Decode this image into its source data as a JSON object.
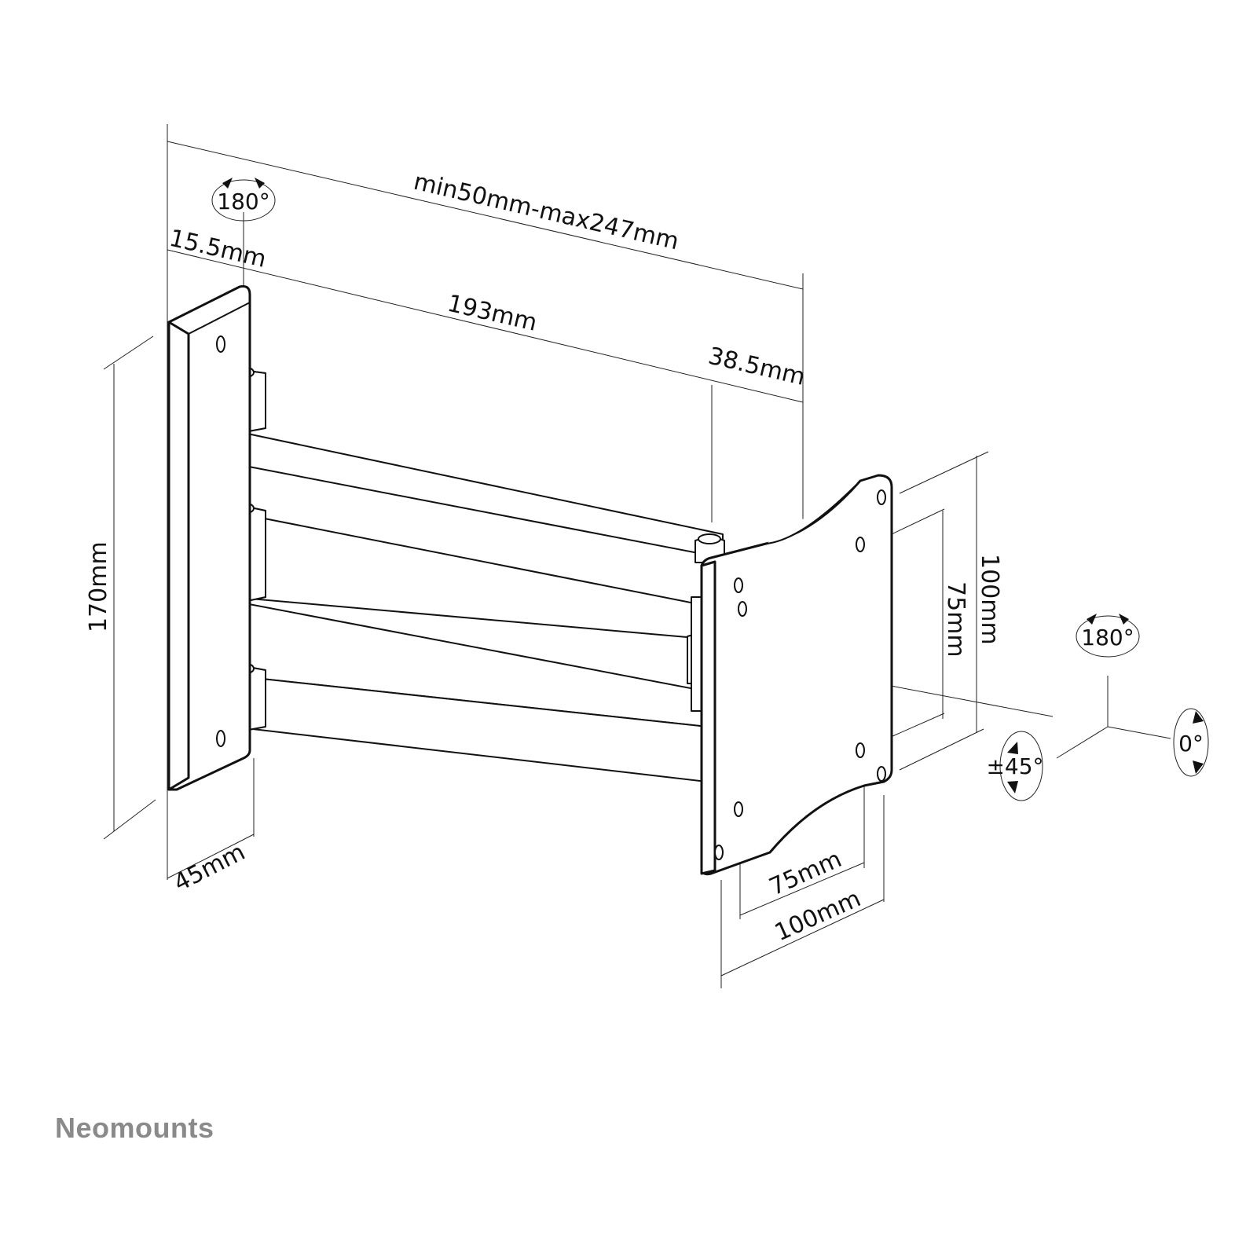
{
  "dimensions": {
    "extension": "min50mm-max247mm",
    "wall_plate_offset": "15.5mm",
    "arm_length": "193mm",
    "head_offset": "38.5mm",
    "plate_height": "170mm",
    "plate_depth": "45mm",
    "vesa_outer_height": "100mm",
    "vesa_inner_height": "75mm",
    "vesa_inner_width": "75mm",
    "vesa_outer_width": "100mm"
  },
  "rotation": {
    "arm_swivel": "180°",
    "head_swivel": "180°",
    "tilt": "±45°",
    "rotate": "0°"
  },
  "brand": "Neomounts",
  "colors": {
    "line": "#111111",
    "brand": "#8a8a8a",
    "background": "#ffffff"
  }
}
